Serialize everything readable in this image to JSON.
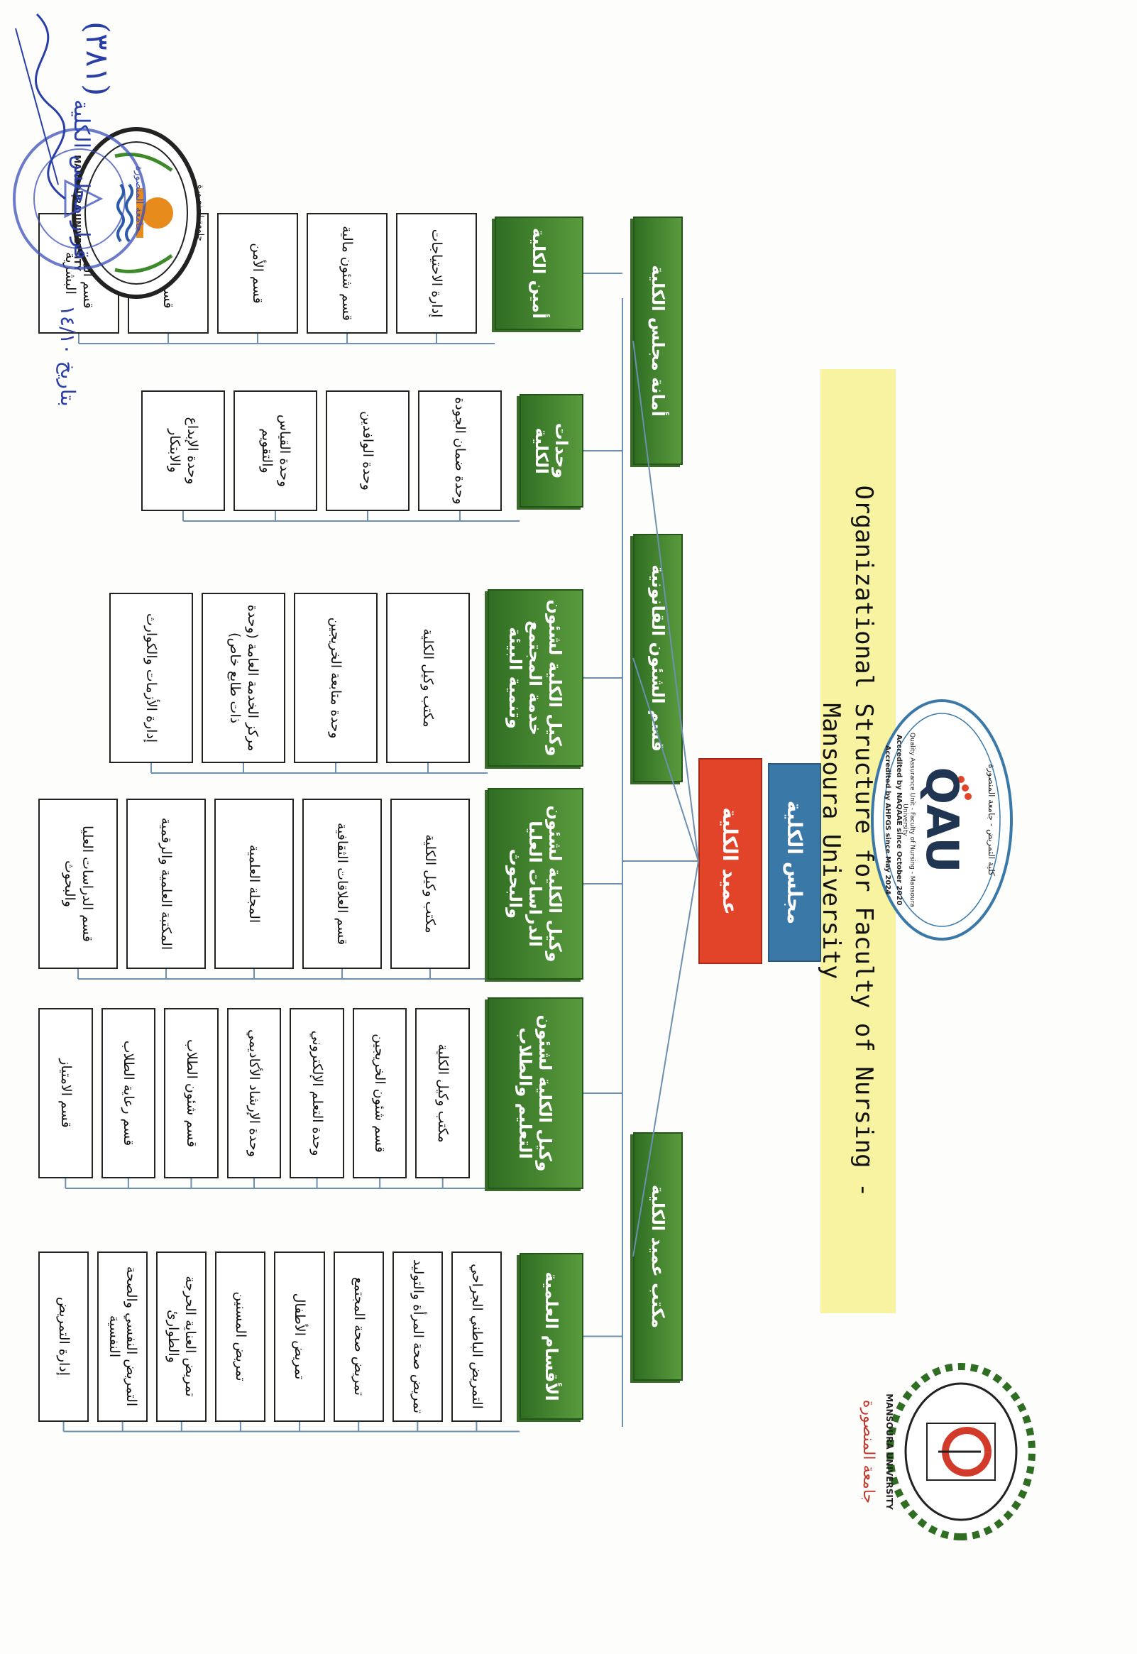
{
  "title_line1": "Organizational Structure for Faculty of Nursing -",
  "title_line2": "Mansoura University",
  "council": "مجلس الكلية",
  "dean": "عميد الكلية",
  "top_boxes": {
    "council_secretariat": "أمانة مجلس الكلية",
    "legal_affairs": "قسم الشئون القانونية",
    "dean_office": "مكتب عميد الكلية"
  },
  "branches": [
    {
      "title": "أمين الكلية",
      "items": [
        "إدارة الاحتياجات",
        "قسم شئون مالية",
        "قسم الأمن",
        "قسم الصيانة",
        "قسم الموارد البشرية"
      ]
    },
    {
      "title": "وحدات الكلية",
      "items": [
        "وحدة ضمان الجودة",
        "وحدة الوافدين",
        "وحدة القياس والتقويم",
        "وحدة الإبداع والابتكار"
      ]
    },
    {
      "title": "وكيل الكلية لشئون خدمة المجتمع وتنمية البيئة",
      "items": [
        "مكتب وكيل الكلية",
        "وحدة متابعة الخريجين",
        "مركز الخدمة العامة (وحدة ذات طابع خاص)",
        "إدارة الأزمات والكوارث"
      ]
    },
    {
      "title": "وكيل الكلية لشئون الدراسات العليا والبحوث",
      "items": [
        "مكتب وكيل الكلية",
        "قسم العلاقات الثقافية",
        "المجلة العلمية",
        "المكتبة العلمية والرقمية",
        "قسم الدراسات العليا والبحوث"
      ]
    },
    {
      "title": "وكيل الكلية لشئون التعليم والطلاب",
      "items": [
        "مكتب وكيل الكلية",
        "قسم شئون الخريجين",
        "وحدة التعلم الإلكتروني",
        "وحدة الإرشاد الأكاديمي",
        "قسم شئون الطلاب",
        "قسم رعاية الطلاب",
        "قسم الامتياز"
      ]
    },
    {
      "title": "الأقسام العلمية",
      "items": [
        "التمريض الباطني الجراحي",
        "تمريض صحة المرأة والتوليد",
        "تمريض صحة المجتمع",
        "تمريض الأطفال",
        "تمريض المسنين",
        "تمريض العناية الحرجة والطوارئ",
        "التمريض النفسي والصحة النفسية",
        "إدارة التمريض"
      ]
    }
  ],
  "logos": {
    "left": "MANSOURA UNIVERSITY",
    "left_ar": "جامعة المنصورة",
    "center_brand": "QAU",
    "center_top": "كلية التمريض - جامعة المنصورة",
    "center_unit": "Quality Assurance Unit - Faculty of Nursing - Mansoura University",
    "center_acc1": "Accredited by NAQAAE since October 2020",
    "center_acc2": "Accredited by AHPGS since May 2024",
    "right": "MANSOURA UNIVERSITY",
    "right_ar": "جامعة المنصورة"
  },
  "handwriting": {
    "ref": "(٣٨١)",
    "decision": "قرار مجلس الكلية",
    "date": "بتاريخ ١٤/١٠"
  },
  "stamp_text": "جامعة المنصورة",
  "colors": {
    "green": "#3d7d2c",
    "blue": "#3a78a8",
    "red": "#e2442a",
    "title_bg": "#f7f3a1",
    "connector": "#6d8fb0"
  }
}
